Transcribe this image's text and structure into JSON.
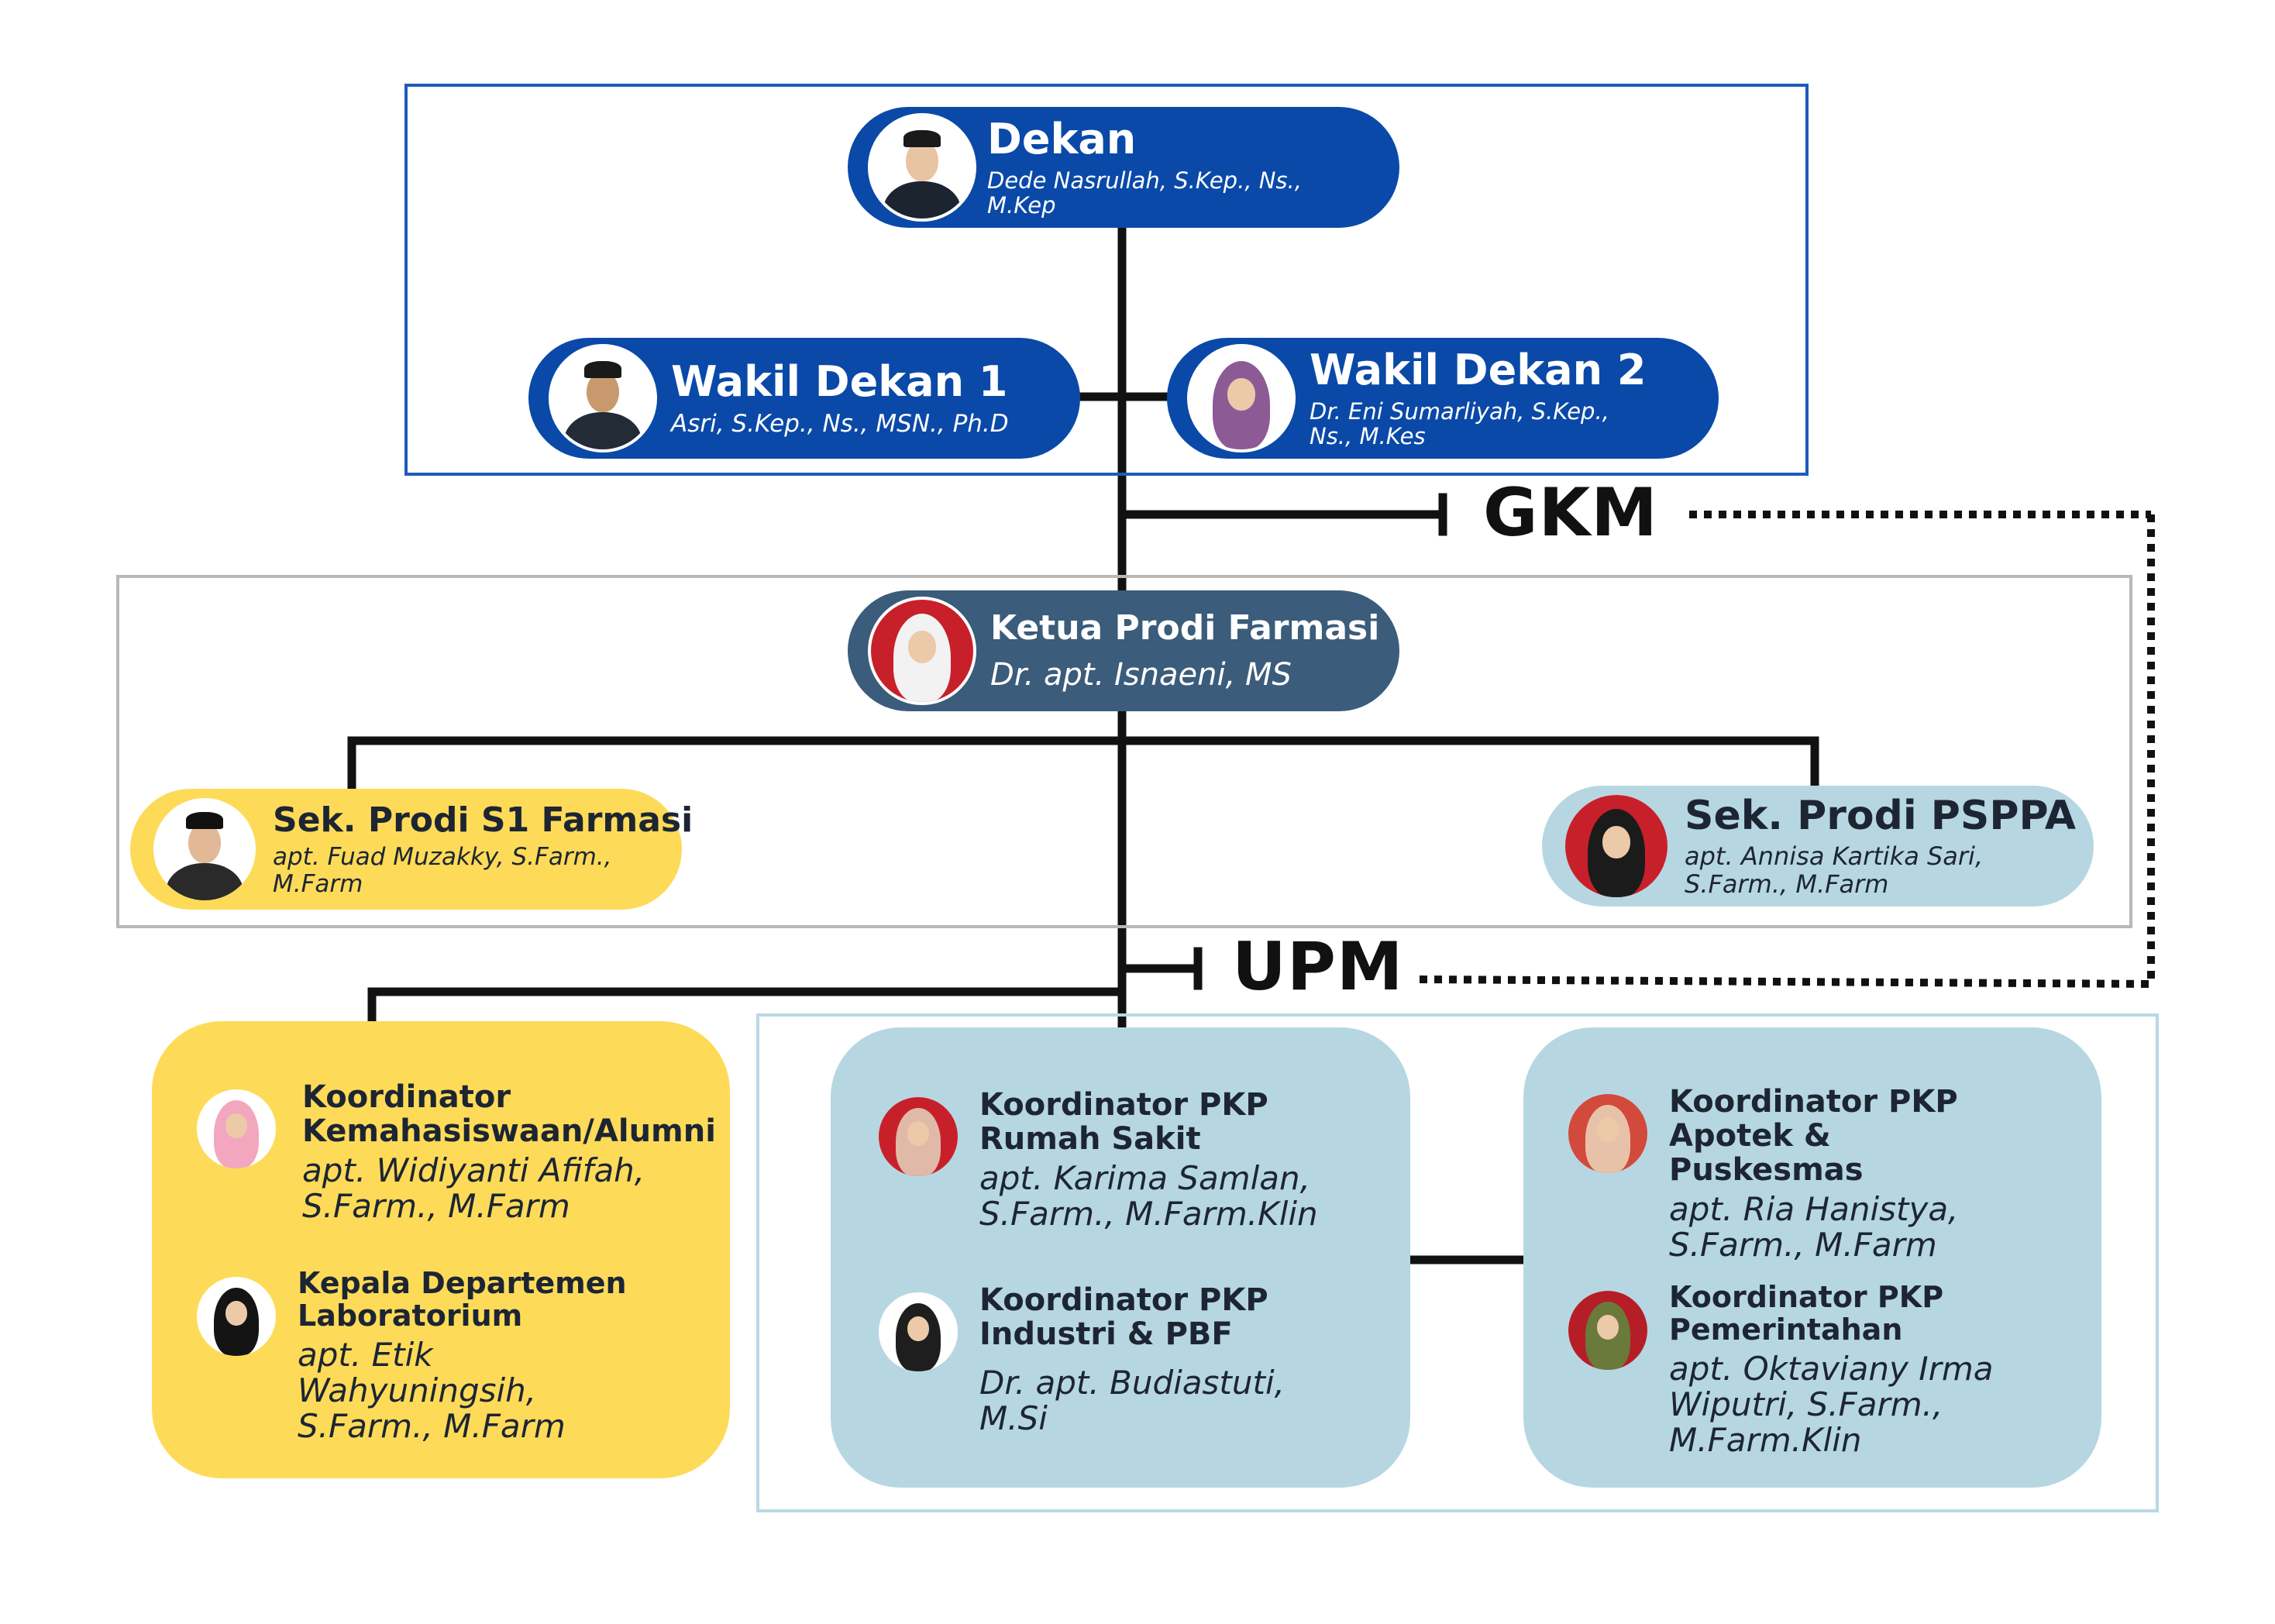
{
  "diagram": {
    "dekan": {
      "title": "Dekan",
      "name": "Dede Nasrullah, S.Kep., Ns., M.Kep"
    },
    "wakil_dekan_1": {
      "title": "Wakil Dekan 1",
      "name": "Asri, S.Kep., Ns., MSN., Ph.D"
    },
    "wakil_dekan_2": {
      "title": "Wakil Dekan 2",
      "name": "Dr. Eni Sumarliyah, S.Kep., Ns., M.Kes"
    },
    "gkm": "GKM",
    "ketua_prodi": {
      "title": "Ketua Prodi Farmasi",
      "name": "Dr. apt. Isnaeni, MS"
    },
    "sek_s1": {
      "title": "Sek. Prodi S1 Farmasi",
      "name": "apt. Fuad Muzakky, S.Farm., M.Farm"
    },
    "sek_psppa": {
      "title": "Sek. Prodi PSPPA",
      "name": "apt. Annisa Kartika Sari, S.Farm., M.Farm"
    },
    "upm": "UPM",
    "koor_kemahasiswaan": {
      "title": "Koordinator Kemahasiswaan/Alumni",
      "name": "apt. Widiyanti Afifah, S.Farm., M.Farm"
    },
    "kepala_lab": {
      "title": "Kepala Departemen Laboratorium",
      "name": "apt. Etik Wahyuningsih, S.Farm., M.Farm"
    },
    "pkp_rs": {
      "title": "Koordinator PKP Rumah Sakit",
      "name": "apt. Karima Samlan, S.Farm., M.Farm.Klin"
    },
    "pkp_industri": {
      "title": "Koordinator PKP Industri & PBF",
      "name": "Dr. apt. Budiastuti, M.Si"
    },
    "pkp_apotek": {
      "title": "Koordinator PKP Apotek & Puskesmas",
      "name": "apt. Ria Hanistya, S.Farm., M.Farm"
    },
    "pkp_pemerintahan": {
      "title": "Koordinator PKP Pemerintahan",
      "name": "apt. Oktaviany Irma Wiputri, S.Farm., M.Farm.Klin"
    },
    "colors": {
      "leadership_blue": "#0a49a8",
      "prodi_slate": "#3b5c7a",
      "yellow": "#fddb58",
      "light_blue": "#b6d7e2",
      "line": "#111111"
    }
  }
}
